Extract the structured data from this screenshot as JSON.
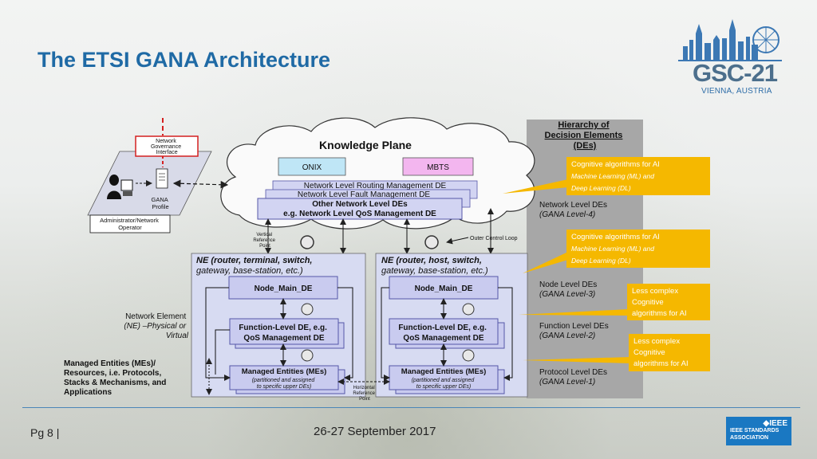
{
  "slide": {
    "title": "The ETSI GANA Architecture",
    "page": "Pg  8 |",
    "date": "26-27 September 2017"
  },
  "logo": {
    "name": "GSC-21",
    "place": "VIENNA, AUSTRIA"
  },
  "ieee": {
    "mark": "◆IEEE",
    "line1": "IEEE STANDARDS",
    "line2": "ASSOCIATION"
  },
  "diagram": {
    "knowledge_plane": "Knowledge Plane",
    "onix": "ONIX",
    "mbts": "MBTS",
    "nl_routing": "Network Level Routing Management DE",
    "nl_fault": "Network Level Fault Management DE",
    "nl_other1": "Other Network Level DEs",
    "nl_other2": "e.g. Network Level QoS Management DE",
    "governance": [
      "Network",
      "Governance",
      "Interface"
    ],
    "gana_profile": [
      "GANA",
      "Profile"
    ],
    "admin": [
      "Administrator/Network",
      "Operator"
    ],
    "vertical_ref": [
      "Vertical",
      "Reference",
      "Point"
    ],
    "outer_loop": "Outer Control Loop",
    "horizontal_ref": [
      "Horizontal",
      "Reference",
      "Point"
    ],
    "ne_left": [
      "NE (router, terminal, switch,",
      "gateway, base-station, etc.)"
    ],
    "ne_right": [
      "NE (router, host, switch,",
      "gateway, base-station, etc.)"
    ],
    "node_main": "Node_Main_DE",
    "function_de": [
      "Function-Level DE, e.g.",
      "QoS Management DE"
    ],
    "me": "Managed Entities (MEs)",
    "me_sub": [
      "(partitioned and assigned",
      "to specific upper DEs)"
    ],
    "network_element": [
      "Network Element",
      "(NE) –Physical or",
      "Virtual"
    ],
    "managed_entities_left": [
      "Managed Entities (MEs)/",
      "Resources, i.e. Protocols,",
      "Stacks & Mechanisms, and",
      "Applications"
    ],
    "hierarchy": {
      "title": [
        "Hierarchy of",
        "Decision Elements",
        "(DEs)"
      ],
      "levels": [
        {
          "name": "Network Level DEs",
          "tag": "(GANA Level-4)"
        },
        {
          "name": "Node Level DEs",
          "tag": "(GANA Level-3)"
        },
        {
          "name": "Function Level DEs",
          "tag": "(GANA Level-2)"
        },
        {
          "name": "Protocol Level DEs",
          "tag": "(GANA Level-1)"
        }
      ]
    }
  },
  "callouts": {
    "cog1": {
      "line1": "Cognitive algorithms for AI",
      "line2": "Machine Learning (ML) and",
      "line3": "Deep Learning (DL)"
    },
    "cog2": {
      "line1": "Cognitive algorithms for AI",
      "line2": "Machine Learning (ML) and",
      "line3": "Deep Learning (DL)"
    },
    "lc1": {
      "line1": "Less complex",
      "line2": "Cognitive",
      "line3": "algorithms for AI"
    },
    "lc2": {
      "line1": "Less complex",
      "line2": "Cognitive",
      "line3": "algorithms for AI"
    }
  },
  "colors": {
    "title": "#1f6aa5",
    "callout": "#f5b800",
    "box_fill": "#cfd2f0",
    "hierarchy_bg": "#a8a8a8"
  }
}
